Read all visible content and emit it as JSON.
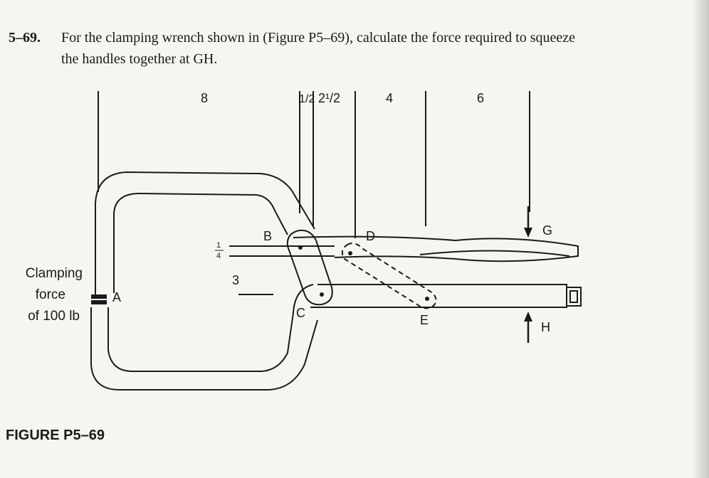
{
  "problem": {
    "number": "5–69.",
    "line1": "For the clamping wrench shown in (Figure P5–69), calculate the force required to squeeze",
    "line2": "the handles together at GH."
  },
  "figure": {
    "caption": "FIGURE P5–69",
    "dims": {
      "d8": "8",
      "d_half": "1/2",
      "d_2half": "2¹/2",
      "d4": "4",
      "d6": "6",
      "d_quarter_num": "1",
      "d_quarter_den": "4",
      "d3": "3"
    },
    "points": {
      "A": "A",
      "B": "B",
      "C": "C",
      "D": "D",
      "E": "E",
      "G": "G",
      "H": "H"
    },
    "clamp_label": [
      "Clamping",
      "force",
      "of 100 lb"
    ]
  }
}
